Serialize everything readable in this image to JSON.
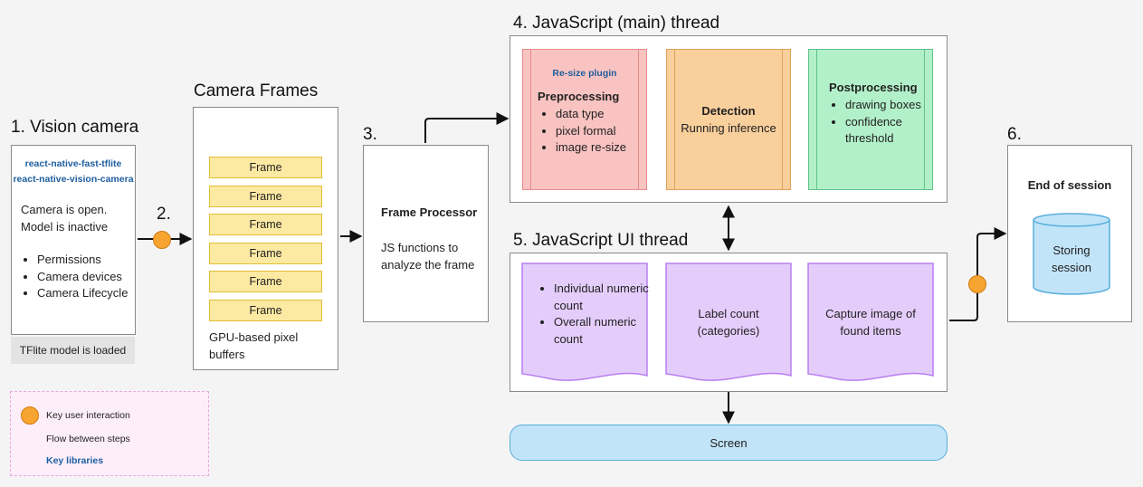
{
  "step1": {
    "title": "1. Vision camera",
    "libs": [
      "react-native-fast-tflite",
      "react-native-vision-camera"
    ],
    "status": "Camera is open. Model is inactive",
    "bullets": [
      "Permissions",
      "Camera devices",
      "Camera Lifecycle"
    ],
    "footer": "TFlite model is loaded"
  },
  "step2": {
    "label": "2."
  },
  "frames": {
    "title": "Camera Frames",
    "items": [
      "Frame",
      "Frame",
      "Frame",
      "Frame",
      "Frame",
      "Frame"
    ],
    "caption": "GPU-based pixel buffers"
  },
  "step3": {
    "label": "3.",
    "title": "Frame Processor",
    "desc": "JS functions to analyze the frame"
  },
  "step4": {
    "title": "4. JavaScript (main) thread",
    "pre": {
      "plugin": "Re-size plugin",
      "title": "Preprocessing",
      "bullets": [
        "data type",
        "pixel formal",
        "image re-size"
      ]
    },
    "det": {
      "title": "Detection",
      "desc": "Running inference"
    },
    "post": {
      "title": "Postprocessing",
      "bullets": [
        "drawing boxes",
        "confidence threshold"
      ]
    }
  },
  "step5": {
    "title": "5. JavaScript UI thread",
    "card1": [
      "Individual numeric count",
      "Overall numeric count"
    ],
    "card2": "Label count (categories)",
    "card3": "Capture image of found items"
  },
  "screen": {
    "label": "Screen"
  },
  "step6": {
    "label": "6.",
    "title": "End of session",
    "storage": "Storing session"
  },
  "legend": {
    "interaction": "Key user interaction",
    "flow": "Flow between steps",
    "libs": "Key libraries"
  },
  "colors": {
    "preFill": "#f9c3c1",
    "preBorder": "#e58c8a",
    "detFill": "#f9cf9c",
    "detBorder": "#e0a25a",
    "postFill": "#b2f0c9",
    "postBorder": "#5fc48a",
    "uiFill": "#e4cdfb",
    "uiBorder": "#b87ff0",
    "screenFill": "#c1e4f8",
    "screenBorder": "#5aaedb",
    "frameFill": "#fce9a2",
    "accent": "#f7a530",
    "library": "#1f5fa0"
  }
}
